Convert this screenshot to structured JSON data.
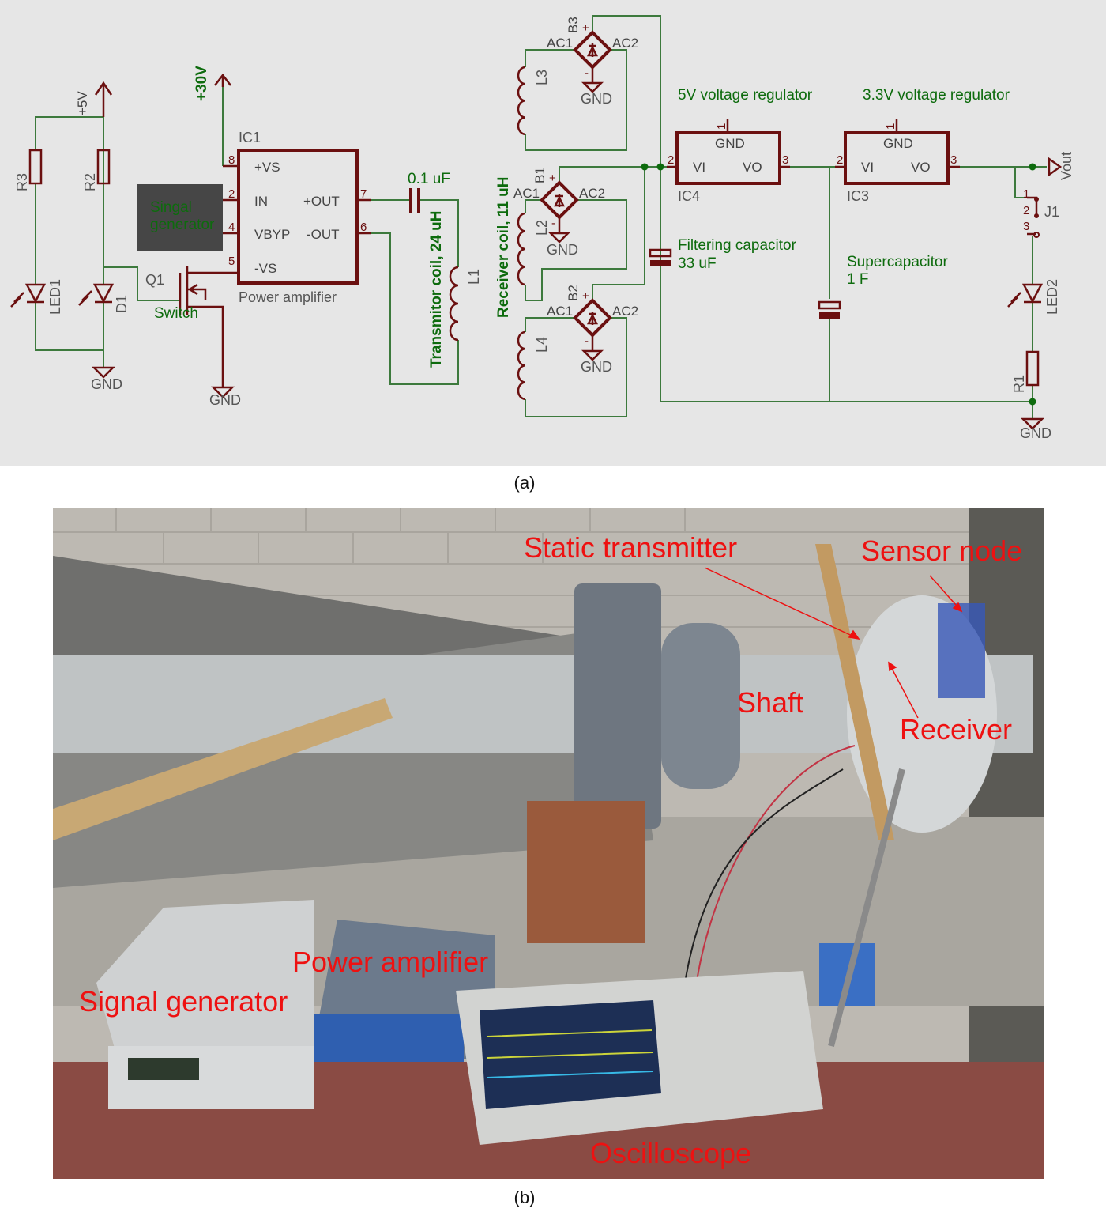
{
  "figure": {
    "caption_a": "(a)",
    "caption_b": "(b)"
  },
  "schematic": {
    "supply_5v": "+5V",
    "supply_30v": "+30V",
    "r3": "R3",
    "r2": "R2",
    "r1": "R1",
    "led1": "LED1",
    "d1": "D1",
    "led2": "LED2",
    "gnd": "GND",
    "q1": "Q1",
    "switch_label": "Switch",
    "signal_gen_line1": "Singal",
    "signal_gen_line2": "generator",
    "ic1": {
      "name": "IC1",
      "desc": "Power amplifier",
      "pins": {
        "vs_pos": "+VS",
        "in": "IN",
        "vbyp": "VBYP",
        "vs_neg": "-VS",
        "out_pos": "+OUT",
        "out_neg": "-OUT"
      },
      "pin_numbers": {
        "p8": "8",
        "p2": "2",
        "p4": "4",
        "p5": "5",
        "p7": "7",
        "p6": "6"
      }
    },
    "capacitor_tx": "0.1 uF",
    "tx_coil": "Transmitor coil, 24 uH",
    "l1": "L1",
    "rx_coil": "Receiver coil, 11 uH",
    "l2": "L2",
    "l3": "L3",
    "l4": "L4",
    "b1": "B1",
    "b2": "B2",
    "b3": "B3",
    "ac1": "AC1",
    "ac2": "AC2",
    "plus": "+",
    "minus": "-",
    "ic4": {
      "name": "IC4",
      "desc": "5V voltage regulator",
      "gnd": "GND",
      "vi": "VI",
      "vo": "VO",
      "p1": "1",
      "p2": "2",
      "p3": "3"
    },
    "ic3": {
      "name": "IC3",
      "desc": "3.3V voltage regulator",
      "gnd": "GND",
      "vi": "VI",
      "vo": "VO",
      "p1": "1",
      "p2": "2",
      "p3": "3"
    },
    "filter_cap_line1": "Filtering capacitor",
    "filter_cap_line2": "33 uF",
    "supercap_line1": "Supercapacitor",
    "supercap_line2": "1 F",
    "j1": "J1",
    "j1_p1": "1",
    "j1_p2": "2",
    "j1_p3": "3",
    "vout": "Vout"
  },
  "photo": {
    "labels": {
      "static_transmitter": "Static transmitter",
      "sensor_node": "Sensor node",
      "shaft": "Shaft",
      "receiver": "Receiver",
      "power_amplifier": "Power amplifier",
      "signal_generator": "Signal generator",
      "oscilloscope": "Oscilloscope"
    },
    "label_color": "#ee1111"
  }
}
